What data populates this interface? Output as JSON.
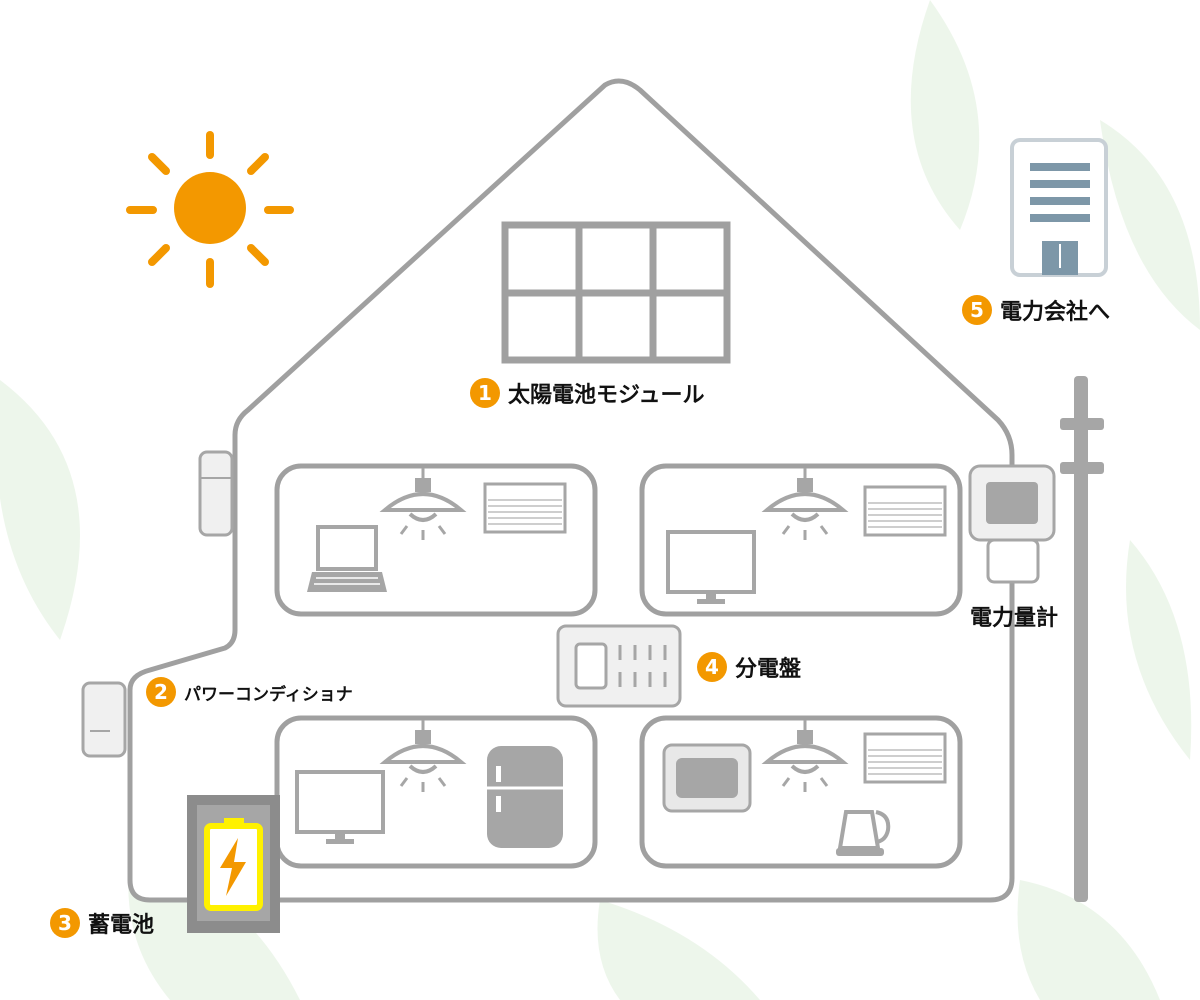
{
  "labels": {
    "solar": {
      "num": "1",
      "text": "太陽電池モジュール"
    },
    "conditioner": {
      "num": "2",
      "text": "パワーコンディショナ"
    },
    "battery": {
      "num": "3",
      "text": "蓄電池"
    },
    "breaker": {
      "num": "4",
      "text": "分電盤"
    },
    "utility": {
      "num": "5",
      "text": "電力会社へ"
    },
    "meter": {
      "text": "電力量計"
    }
  },
  "colors": {
    "accent": "#f39800",
    "sun": "#f39800",
    "outline": "#a0a0a0",
    "appliance": "#a6a6a6",
    "battery_glow": "#fff100",
    "building_blue": "#7d97a8",
    "leaf": "#e7f3e5"
  },
  "icons": [
    "sun-icon",
    "solar-panel-icon",
    "laptop-icon",
    "ceiling-lamp-icon",
    "air-conditioner-icon",
    "television-icon",
    "refrigerator-icon",
    "microwave-icon",
    "kettle-icon",
    "power-meter-icon",
    "utility-pole-icon",
    "building-icon",
    "battery-icon",
    "breaker-panel-icon",
    "power-conditioner-icon"
  ]
}
